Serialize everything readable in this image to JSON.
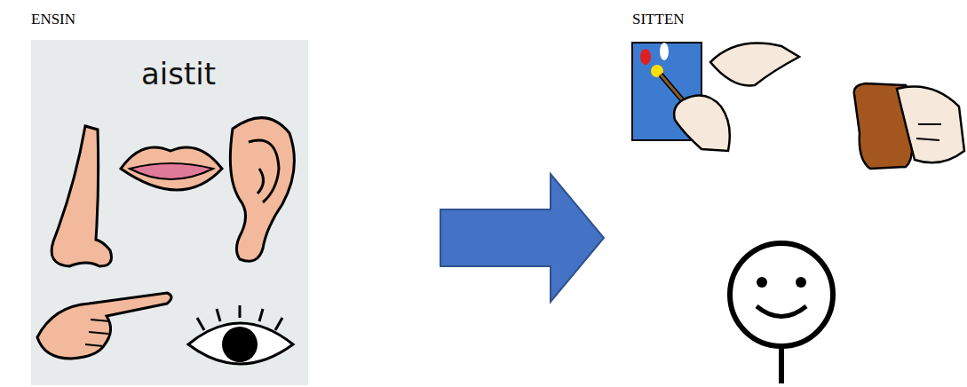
{
  "diagram": {
    "nodes": [
      {
        "text": [
          "aistit"
        ]
      }
    ],
    "labels": [
      "ENSIN",
      "SITTEN"
    ]
  }
}
